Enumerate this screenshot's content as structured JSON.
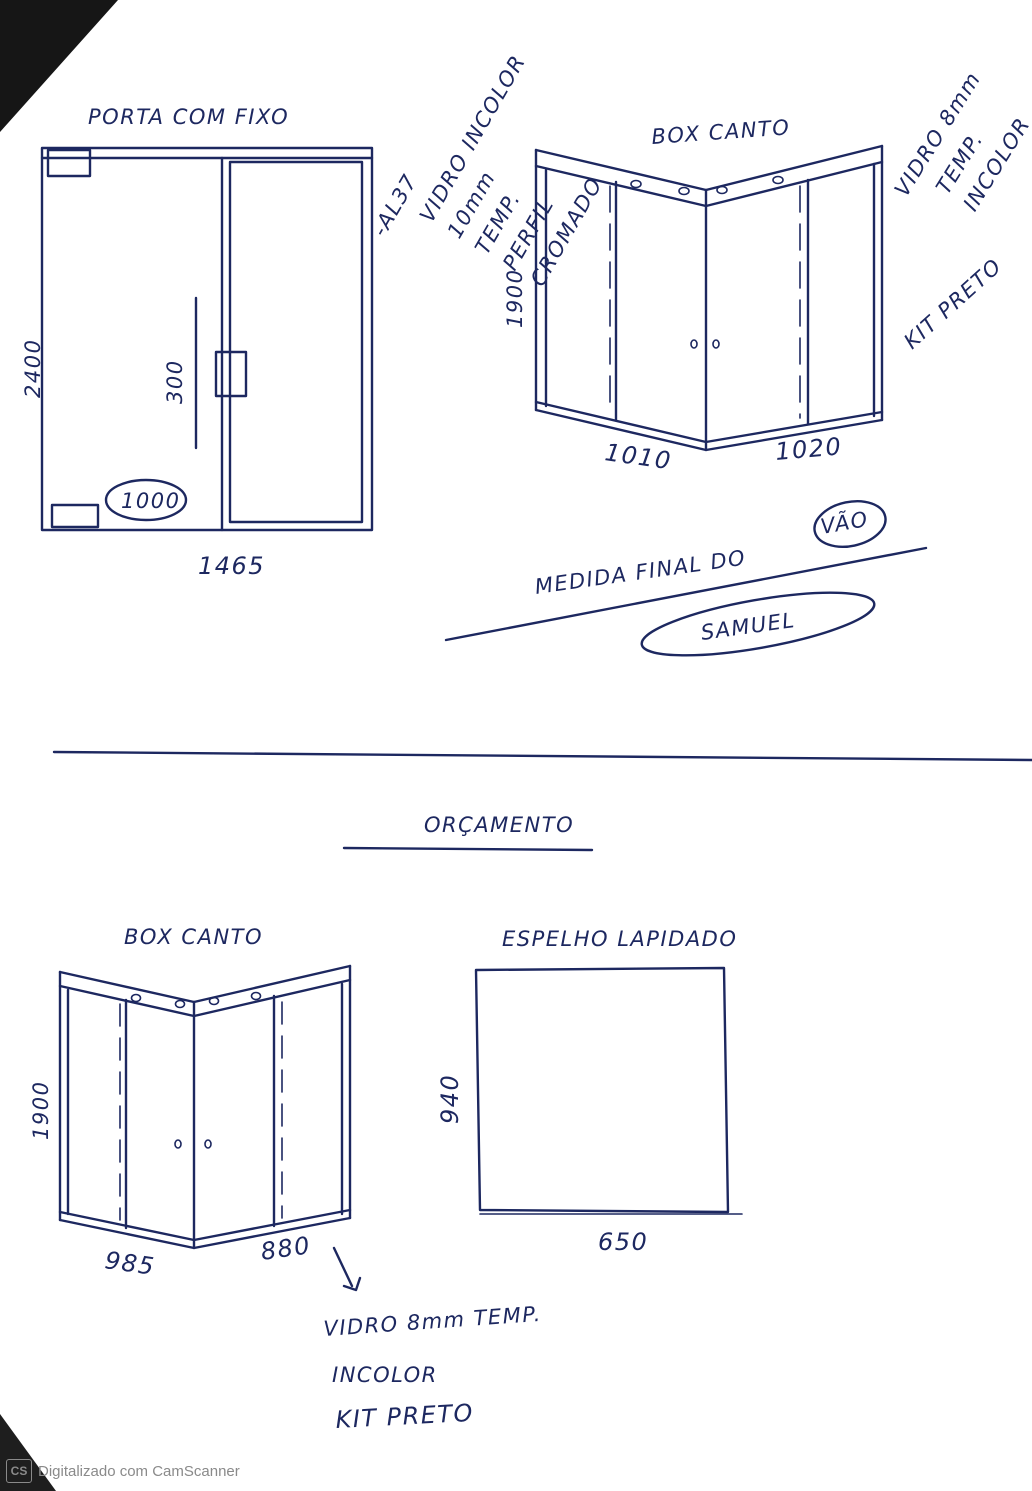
{
  "door": {
    "title": "PORTA COM FIXO",
    "height": "2400",
    "width": "1465",
    "handle": "300",
    "leaf_width": "1000",
    "notes": [
      "-AL37",
      "VIDRO INCOLOR",
      "10mm",
      "TEMP.",
      "PERFIL",
      "CROMADO"
    ]
  },
  "box_top": {
    "title": "BOX CANTO",
    "height": "1900",
    "left_width": "1010",
    "right_width": "1020",
    "notes": [
      "VIDRO 8mm",
      "TEMP.",
      "INCOLOR",
      "KIT PRETO"
    ]
  },
  "final_note": {
    "text": "MEDIDA FINAL DO",
    "circled": "VÃO",
    "signature": "SAMUEL"
  },
  "quote": {
    "title": "ORÇAMENTO"
  },
  "box_bottom": {
    "title": "BOX CANTO",
    "height": "1900",
    "left_width": "985",
    "right_width": "880",
    "notes": [
      "VIDRO 8mm TEMP.",
      "INCOLOR",
      "KIT PRETO"
    ]
  },
  "mirror": {
    "title": "ESPELHO LAPIDADO",
    "height": "940",
    "width": "650"
  },
  "footer": {
    "scanner": "Digitalizado com CamScanner",
    "logo": "CS"
  }
}
